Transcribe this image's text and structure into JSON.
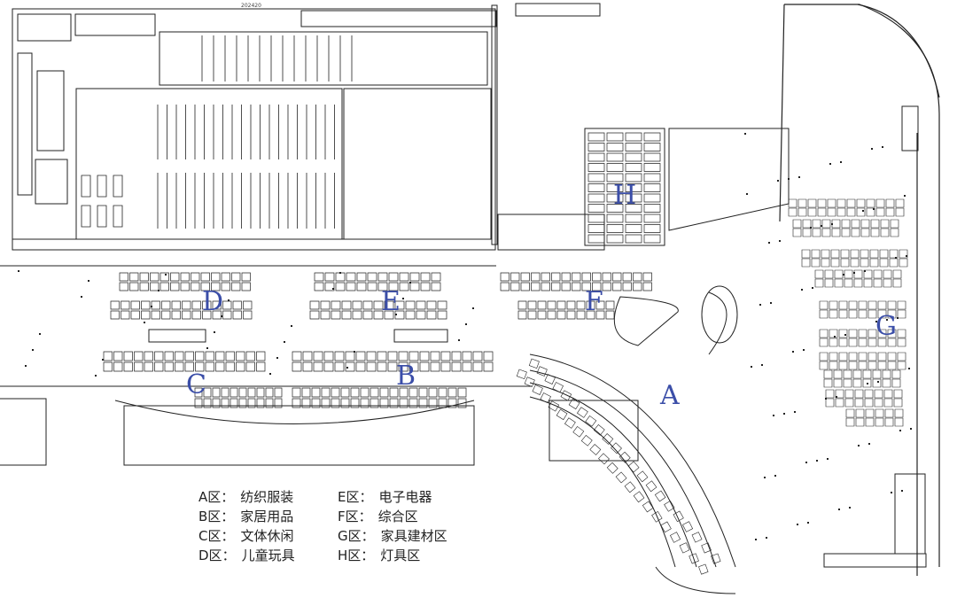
{
  "plan": {
    "dimension_label": "202420",
    "colors": {
      "line": "#222222",
      "zone_letter": "#3b4ea8",
      "background": "#ffffff"
    },
    "zones": [
      {
        "id": "A",
        "letter": "A"
      },
      {
        "id": "B",
        "letter": "B"
      },
      {
        "id": "C",
        "letter": "C"
      },
      {
        "id": "D",
        "letter": "D"
      },
      {
        "id": "E",
        "letter": "E"
      },
      {
        "id": "F",
        "letter": "F"
      },
      {
        "id": "G",
        "letter": "G"
      },
      {
        "id": "H",
        "letter": "H"
      }
    ]
  },
  "legend": [
    {
      "code": "A区",
      "desc": "纺织服装"
    },
    {
      "code": "B区",
      "desc": "家居用品"
    },
    {
      "code": "C区",
      "desc": "文体休闲"
    },
    {
      "code": "D区",
      "desc": "儿童玩具"
    },
    {
      "code": "E区",
      "desc": "电子电器"
    },
    {
      "code": "F区",
      "desc": "综合区"
    },
    {
      "code": "G区",
      "desc": "家具建材区"
    },
    {
      "code": "H区",
      "desc": "灯具区"
    }
  ]
}
